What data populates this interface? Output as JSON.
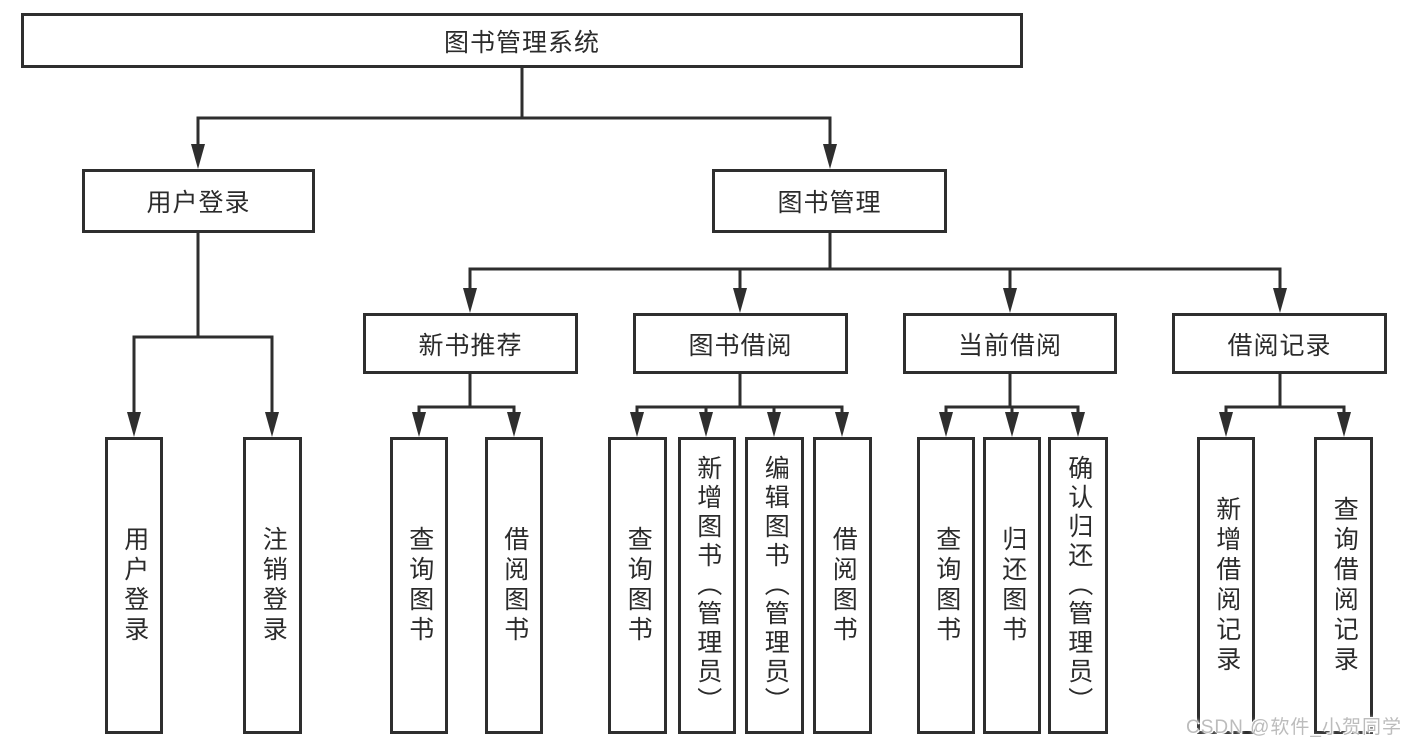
{
  "nodes": {
    "root": {
      "label": "图书管理系统"
    },
    "user_login": {
      "label": "用户登录"
    },
    "book_management": {
      "label": "图书管理"
    },
    "new_book_recommend": {
      "label": "新书推荐"
    },
    "book_borrowing": {
      "label": "图书借阅"
    },
    "current_borrowing": {
      "label": "当前借阅"
    },
    "borrowing_records": {
      "label": "借阅记录"
    },
    "leaf_user_login": {
      "label": "用户登录"
    },
    "leaf_logout": {
      "label": "注销登录"
    },
    "leaf_query_books_recommend": {
      "label": "查询图书"
    },
    "leaf_borrow_books_recommend": {
      "label": "借阅图书"
    },
    "leaf_query_books_borrowing": {
      "label": "查询图书"
    },
    "leaf_add_books_admin": {
      "label": "新增图书（管理员）"
    },
    "leaf_edit_books_admin": {
      "label": "编辑图书（管理员）"
    },
    "leaf_borrow_books_borrowing": {
      "label": "借阅图书"
    },
    "leaf_query_books_current": {
      "label": "查询图书"
    },
    "leaf_return_books": {
      "label": "归还图书"
    },
    "leaf_confirm_return_admin": {
      "label": "确认归还（管理员）"
    },
    "leaf_add_borrow_record": {
      "label": "新增借阅记录"
    },
    "leaf_query_borrow_record": {
      "label": "查询借阅记录"
    }
  },
  "watermark": {
    "text": "CSDN @软件_小贺同学"
  },
  "colors": {
    "line": "#2e2e2e",
    "text": "#2b2b2b",
    "watermark": "#bcbcbc"
  }
}
